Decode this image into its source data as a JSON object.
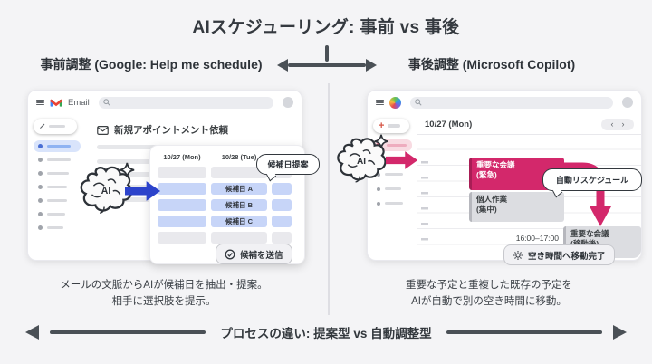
{
  "title": "AIスケジューリング: 事前 vs 事後",
  "colors": {
    "accent_blue": "#2c43cb",
    "accent_magenta": "#d3286b"
  },
  "left": {
    "header": "事前調整 (Google: Help me schedule)",
    "app_name": "Email",
    "subject": "新規アポイントメント依頼",
    "ai_label": "AI",
    "calendar": {
      "columns": [
        "10/27 (Mon)",
        "10/28 (Tue)"
      ],
      "candidates": [
        "候補日 A",
        "候補日 B",
        "候補日 C"
      ]
    },
    "bubble": "候補日提案",
    "badge": "候補を送信",
    "caption1": "メールの文脈からAIが候補日を抽出・提案。",
    "caption2": "相手に選択肢を提示。"
  },
  "right": {
    "header": "事後調整 (Microsoft Copilot)",
    "date_header": "10/27 (Mon)",
    "nav_prev": "‹",
    "nav_next": "›",
    "add_button": "+",
    "ai_label": "AI",
    "event_urgent": "重要な会議\n(緊急)",
    "event_focus": "個人作業\n(集中)",
    "time_label": "16:00–17:00",
    "event_moved": "重要な会議\n(移動後)",
    "bubble": "自動リスケジュール",
    "badge": "空き時間へ移動完了",
    "caption1": "重要な予定と重複した既存の予定を",
    "caption2": "AIが自動で別の空き時間に移動。"
  },
  "footer": "プロセスの違い: 提案型 vs 自動調整型"
}
